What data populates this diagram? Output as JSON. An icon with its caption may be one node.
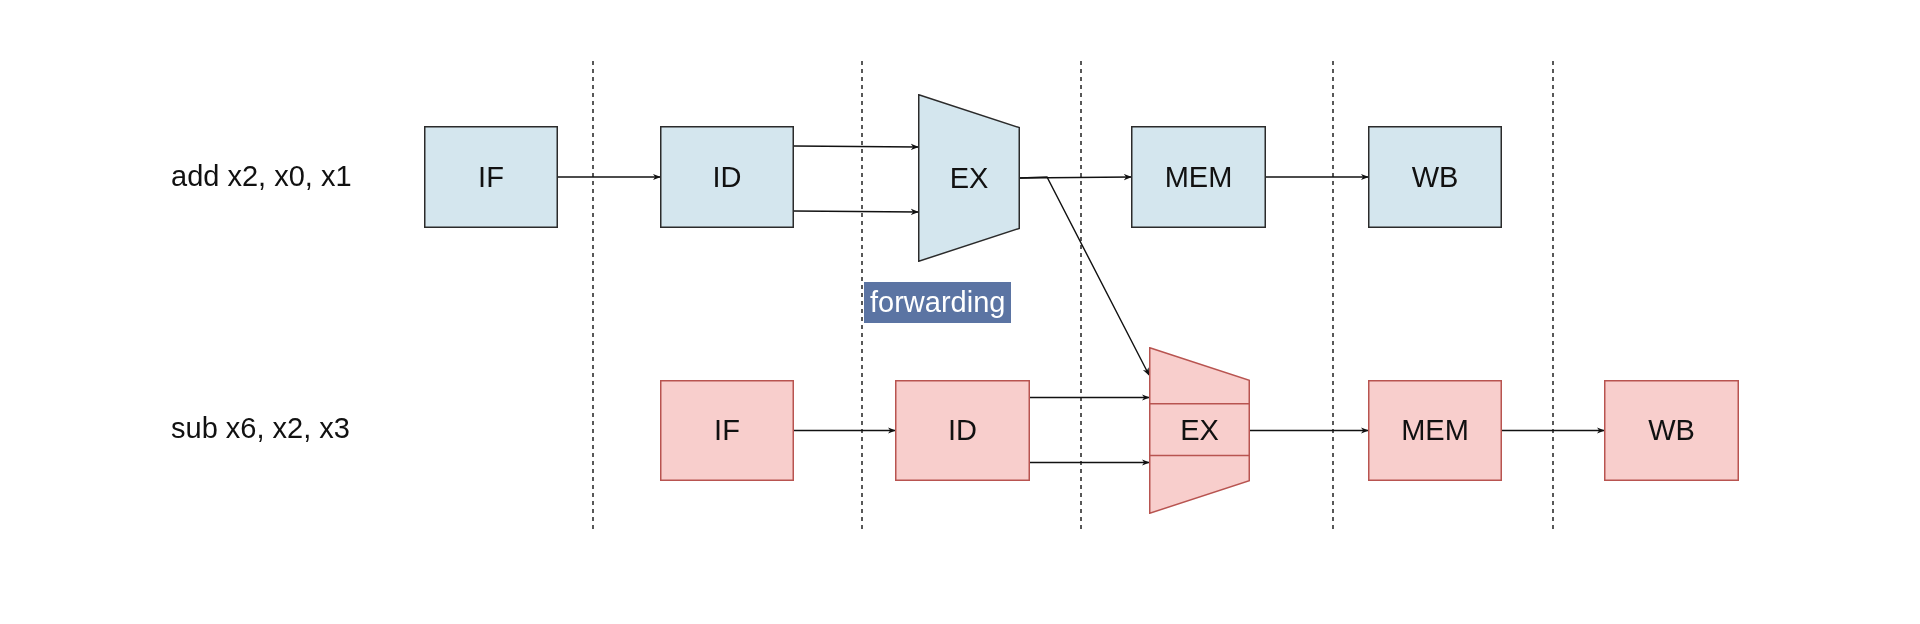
{
  "diagram": {
    "nodes": [
      {
        "text": [
          "IF"
        ]
      },
      {
        "text": [
          "ID"
        ]
      },
      {
        "text": [
          "EX"
        ]
      },
      {
        "text": [
          "MEM"
        ]
      },
      {
        "text": [
          "WB"
        ]
      },
      {
        "text": [
          "IF"
        ]
      },
      {
        "text": [
          "ID"
        ]
      },
      {
        "text": [
          "EX"
        ]
      },
      {
        "text": [
          "MEM"
        ]
      },
      {
        "text": [
          "WB"
        ]
      }
    ],
    "edges": [
      {
        "from": 0,
        "to": 1,
        "arrow": "to"
      },
      {
        "from": 1,
        "to": 2,
        "arrow": "to"
      },
      {
        "from": 1,
        "to": 2,
        "arrow": "to"
      },
      {
        "from": 2,
        "to": 3,
        "arrow": "to"
      },
      {
        "from": 3,
        "to": 4,
        "arrow": "to"
      },
      {
        "from": 2,
        "to": 7,
        "label": "forwarding",
        "arrow": "to"
      },
      {
        "from": 5,
        "to": 6,
        "arrow": "to"
      },
      {
        "from": 6,
        "to": 7,
        "arrow": "to"
      },
      {
        "from": 6,
        "to": 7,
        "arrow": "to"
      },
      {
        "from": 7,
        "to": 8,
        "arrow": "to"
      },
      {
        "from": 8,
        "to": 9,
        "arrow": "to"
      }
    ],
    "labels": [
      "add x2, x0, x1",
      "sub x6, x2, x3"
    ]
  }
}
